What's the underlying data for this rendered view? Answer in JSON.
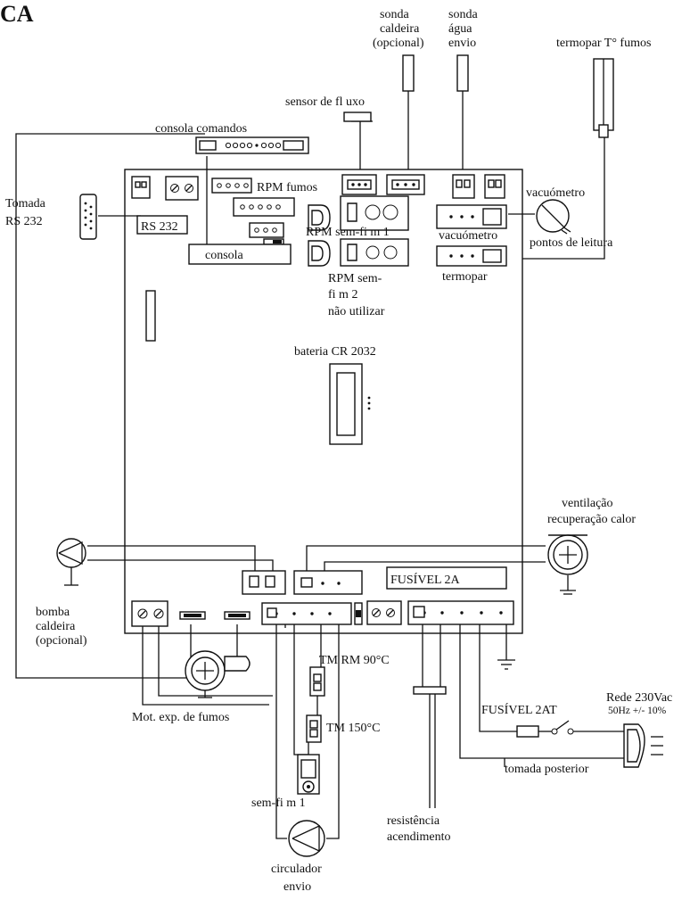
{
  "title": "CA",
  "labels": {
    "sonda_caldeira": [
      "sonda",
      "caldeira",
      "(opcional)"
    ],
    "sonda_agua": [
      "sonda",
      "água",
      "envio"
    ],
    "termopar_fumos": "termopar T° fumos",
    "sensor_fluxo": "sensor de fl uxo",
    "consola_comandos": "consola comandos",
    "tomada_rs232": [
      "Tomada",
      "RS 232"
    ],
    "rs232": "RS 232",
    "consola": "consola",
    "rpm_fumos": "RPM fumos",
    "rpm_semfim1": "RPM sem-fi m 1",
    "rpm_semfim2": [
      "RPM sem-",
      "fi m 2",
      "não utilizar"
    ],
    "vacuometro_top": "vacuómetro",
    "vacuometro_conn": "vacuómetro",
    "pontos_leitura": "pontos de leitura",
    "termopar": "termopar",
    "bateria": "bateria CR 2032",
    "ventilacao": [
      "ventilação",
      "recuperação calor"
    ],
    "bomba_caldeira": [
      "bomba",
      "caldeira",
      "(opcional)"
    ],
    "fusivel_2a": "FUSÍVEL 2A",
    "tm_90": "TM RM 90°C",
    "tm_150": "TM 150°C",
    "mot_exp_fumos": "Mot. exp. de fumos",
    "rede": [
      "Rede 230Vac",
      "50Hz +/- 10%"
    ],
    "fusivel_2at": "FUSÍVEL 2AT",
    "tomada_posterior": "tomada posterior",
    "semfim1": "sem-fi m 1",
    "resistencia": [
      "resistência",
      "acendimento"
    ],
    "circulador": [
      "circulador",
      "envio"
    ]
  }
}
